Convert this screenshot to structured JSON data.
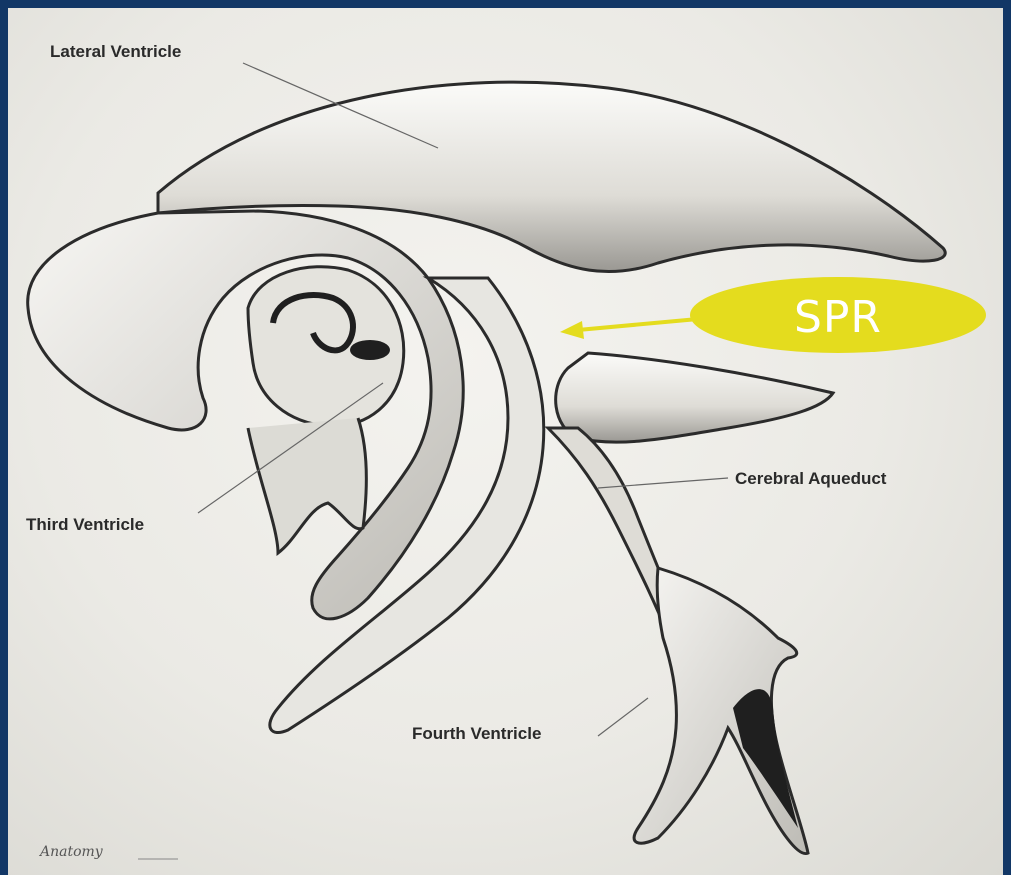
{
  "labels": {
    "lateral_ventricle": "Lateral Ventricle",
    "third_ventricle": "Third Ventricle",
    "cerebral_aqueduct": "Cerebral Aqueduct",
    "fourth_ventricle": "Fourth Ventricle"
  },
  "callout": {
    "text": "SPR",
    "color": "#e4dc1e"
  },
  "signature": "Anatomy",
  "colors": {
    "frame": "#123766",
    "background": "#ecebe6",
    "outline": "#2b2b2b"
  }
}
